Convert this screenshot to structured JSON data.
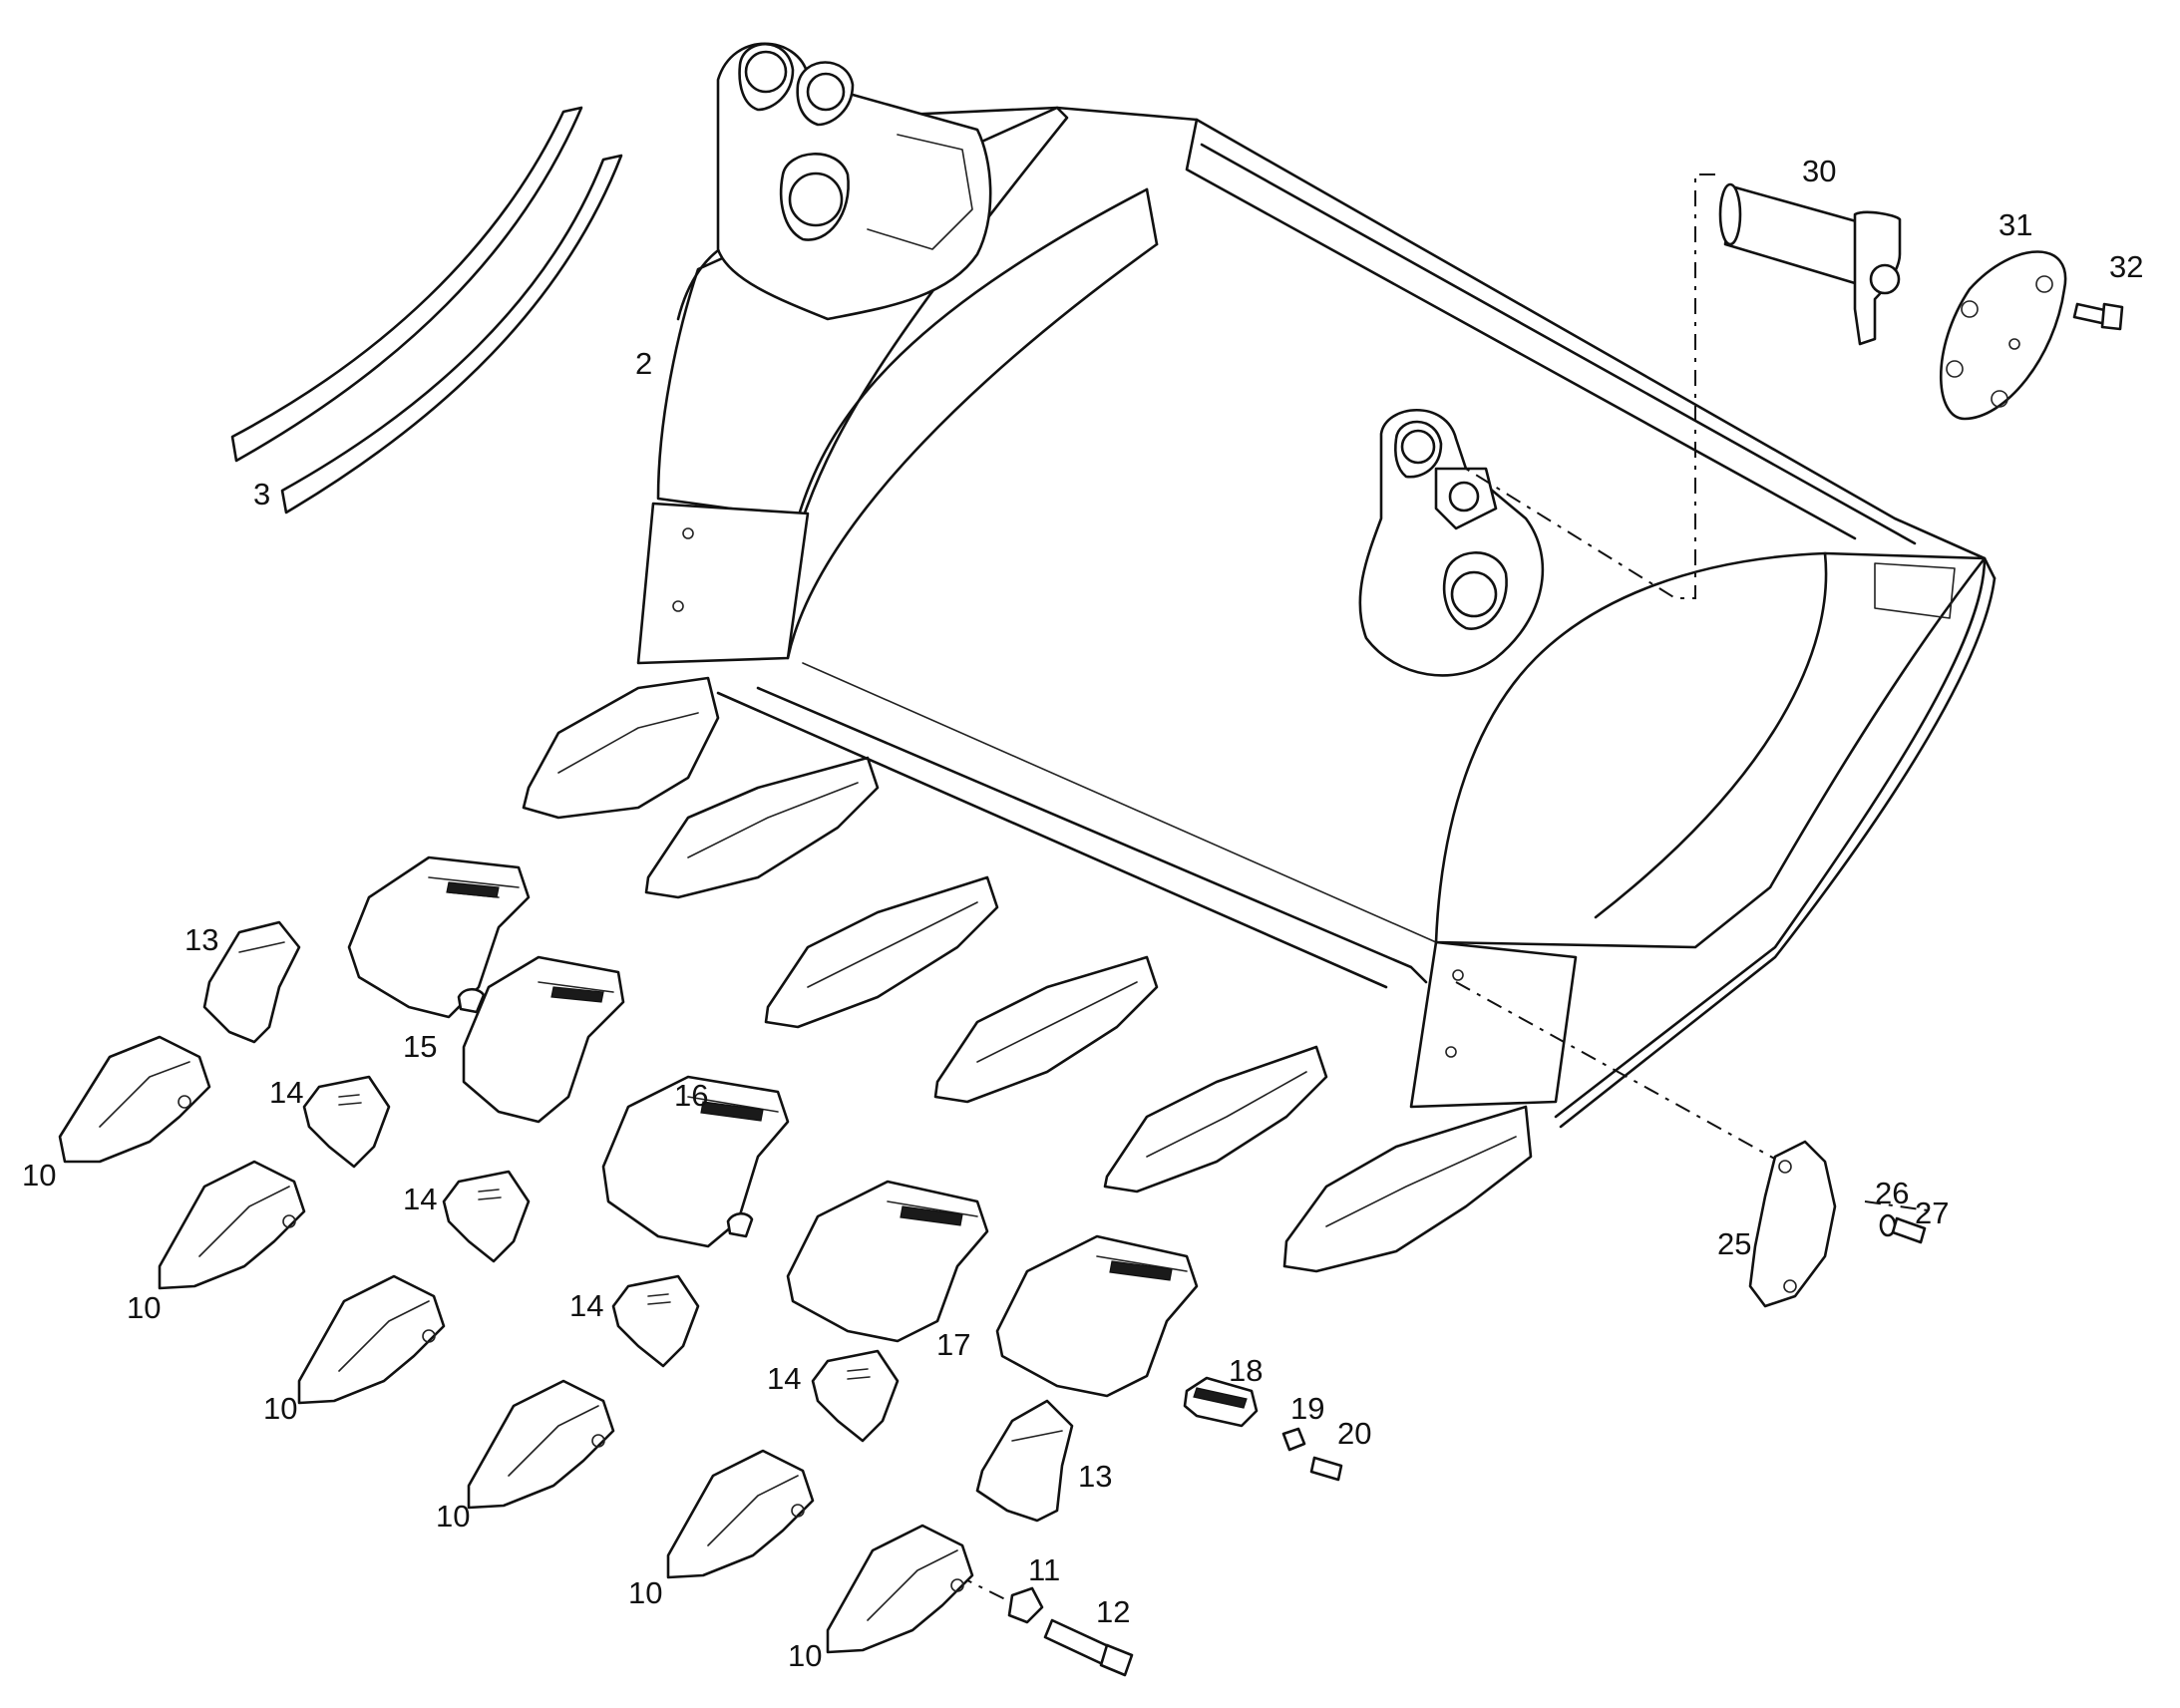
{
  "callouts": [
    {
      "id": "c2",
      "label": "2"
    },
    {
      "id": "c3",
      "label": "3"
    },
    {
      "id": "c30",
      "label": "30"
    },
    {
      "id": "c31",
      "label": "31"
    },
    {
      "id": "c32",
      "label": "32"
    },
    {
      "id": "c13a",
      "label": "13"
    },
    {
      "id": "c15",
      "label": "15"
    },
    {
      "id": "c14a",
      "label": "14"
    },
    {
      "id": "c16",
      "label": "16"
    },
    {
      "id": "c10a",
      "label": "10"
    },
    {
      "id": "c14b",
      "label": "14"
    },
    {
      "id": "c10b",
      "label": "10"
    },
    {
      "id": "c14c",
      "label": "14"
    },
    {
      "id": "c10c",
      "label": "10"
    },
    {
      "id": "c17",
      "label": "17"
    },
    {
      "id": "c14d",
      "label": "14"
    },
    {
      "id": "c18",
      "label": "18"
    },
    {
      "id": "c19",
      "label": "19"
    },
    {
      "id": "c20",
      "label": "20"
    },
    {
      "id": "c10d",
      "label": "10"
    },
    {
      "id": "c13b",
      "label": "13"
    },
    {
      "id": "c10e",
      "label": "10"
    },
    {
      "id": "c11",
      "label": "11"
    },
    {
      "id": "c12",
      "label": "12"
    },
    {
      "id": "c10f",
      "label": "10"
    },
    {
      "id": "c25",
      "label": "25"
    },
    {
      "id": "c26",
      "label": "26"
    },
    {
      "id": "c27",
      "label": "27"
    }
  ]
}
